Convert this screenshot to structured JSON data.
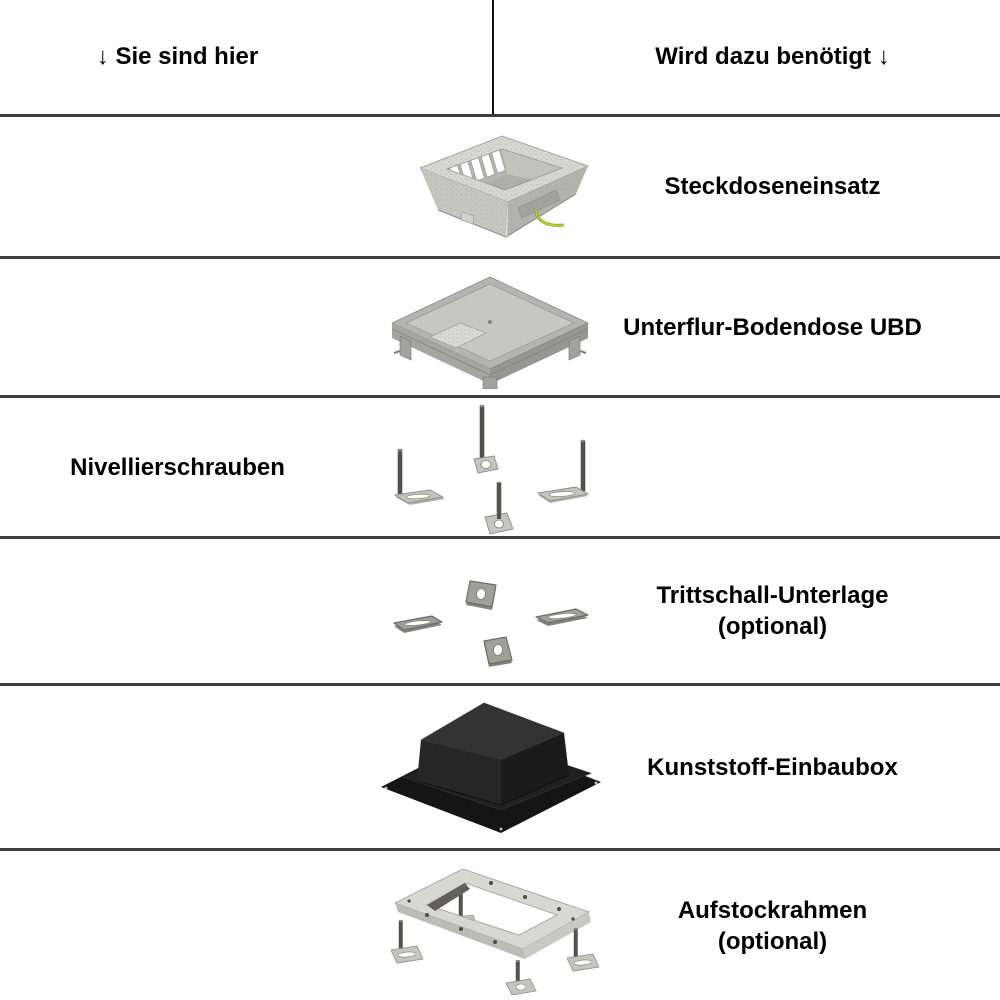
{
  "header": {
    "left_label": "↓ Sie sind hier",
    "right_label": "Wird dazu benötigt ↓"
  },
  "rows": [
    {
      "name": "steckdoseneinsatz",
      "label": "Steckdoseneinsatz",
      "label_side": "right",
      "image": "socket-insert-render"
    },
    {
      "name": "unterflur-bodendose",
      "label": "Unterflur-Bodendose UBD",
      "label_side": "right",
      "image": "underfloor-box-render"
    },
    {
      "name": "nivellierschrauben",
      "label": "Nivellierschrauben",
      "label_side": "left",
      "image": "leveling-screws-render"
    },
    {
      "name": "trittschall-unterlage",
      "label": "Trittschall-Unterlage",
      "sublabel": "(optional)",
      "label_side": "right",
      "image": "impact-sound-pads-render"
    },
    {
      "name": "kunststoff-einbaubox",
      "label": "Kunststoff-Einbaubox",
      "label_side": "right",
      "image": "plastic-install-box-render"
    },
    {
      "name": "aufstockrahmen",
      "label": "Aufstockrahmen",
      "sublabel": "(optional)",
      "label_side": "right",
      "image": "extension-frame-render"
    }
  ],
  "colors": {
    "background": "#ffffff",
    "divider_line": "#3e3e3e",
    "column_divider": "#111111",
    "text": "#000000",
    "product_gray": "#c9c9c4",
    "box_black": "#1c1c1c",
    "wire_green": "#b8c42f"
  }
}
